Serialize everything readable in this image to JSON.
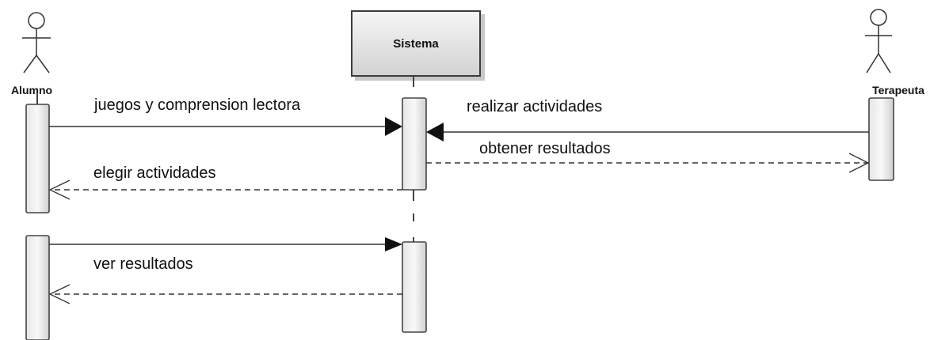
{
  "participants": {
    "alumno": "Alumno",
    "sistema": "Sistema",
    "terapeuta": "Terapeuta"
  },
  "messages": {
    "m1": "juegos y comprension lectora",
    "m2": "realizar actividades",
    "m3": "obtener resultados",
    "m4": "elegir actividades",
    "m5": "ver resultados"
  },
  "colors": {
    "line": "#333333",
    "box_fill_top": "#f4f4f4",
    "box_fill_bottom": "#d4d4d4",
    "background": "#ffffff"
  }
}
